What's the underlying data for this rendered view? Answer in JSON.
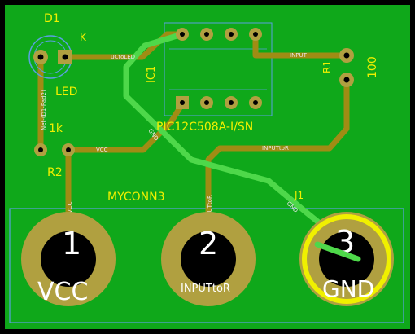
{
  "board": {
    "colors": {
      "background": "#000000",
      "copper_fill": "#0fa81a",
      "copper_fill_dark": "#0a8f14",
      "track": "#a08c14",
      "track_green": "#4ed84a",
      "pad": "#b0a040",
      "silk": "#f0f000",
      "fab": "#7fb0ff"
    }
  },
  "components": {
    "d1": {
      "ref": "D1",
      "value": "LED",
      "pin_k": "K",
      "net": "Net-(D1-Pad2)"
    },
    "r1": {
      "ref": "R1",
      "value": "100"
    },
    "r2": {
      "ref": "R2",
      "value": "1k"
    },
    "ic1": {
      "ref": "IC1",
      "value": "PIC12C508A-I/SN"
    },
    "j1": {
      "ref": "J1",
      "value": "MYCONN3"
    }
  },
  "nets": {
    "uctoled": "uCtoLED",
    "input": "INPUT",
    "gnd": "GND",
    "vcc": "VCC",
    "inputtor": "INPUTtoR"
  },
  "connector": {
    "pin1_num": "1",
    "pin1_name": "VCC",
    "pin2_num": "2",
    "pin2_name": "INPUTtoR",
    "pin3_num": "3",
    "pin3_name": "GND"
  }
}
